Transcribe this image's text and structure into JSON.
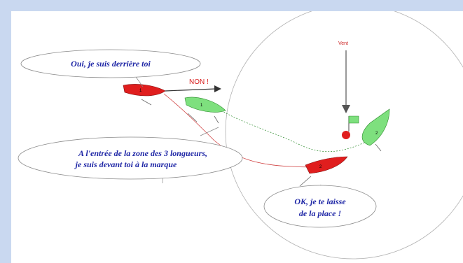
{
  "diagram": {
    "wind_label": "Vent",
    "non_label": "NON !",
    "bubble_top": "Oui, je suis derrière toi",
    "bubble_middle_line1": "A l'entrée de la zone des 3 longueurs,",
    "bubble_middle_line2": "je suis devant toi à la marque",
    "bubble_bottom_line1": "OK, je te laisse",
    "bubble_bottom_line2": "de la place !",
    "boat_red_1_number": "1",
    "boat_green_1_number": "1",
    "boat_green_2_number": "2",
    "boat_red_2_number": "2",
    "colors": {
      "frame": "#c9d8f0",
      "bubble_text": "#1f27a6",
      "red_boat": "#e01e1e",
      "green_boat": "#7ee07e",
      "track_red": "#d04040",
      "track_green": "#2a8a2a"
    }
  }
}
